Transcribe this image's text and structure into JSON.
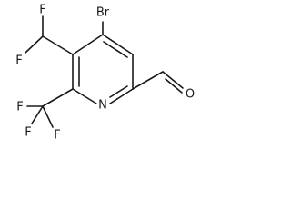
{
  "molecule": {
    "atoms": {
      "br": "Br",
      "n": "N",
      "o": "O",
      "f_chf2_top": "F",
      "f_chf2_left": "F",
      "f_cf3_left": "F",
      "f_cf3_bottom_left": "F",
      "f_cf3_bottom": "F"
    }
  }
}
